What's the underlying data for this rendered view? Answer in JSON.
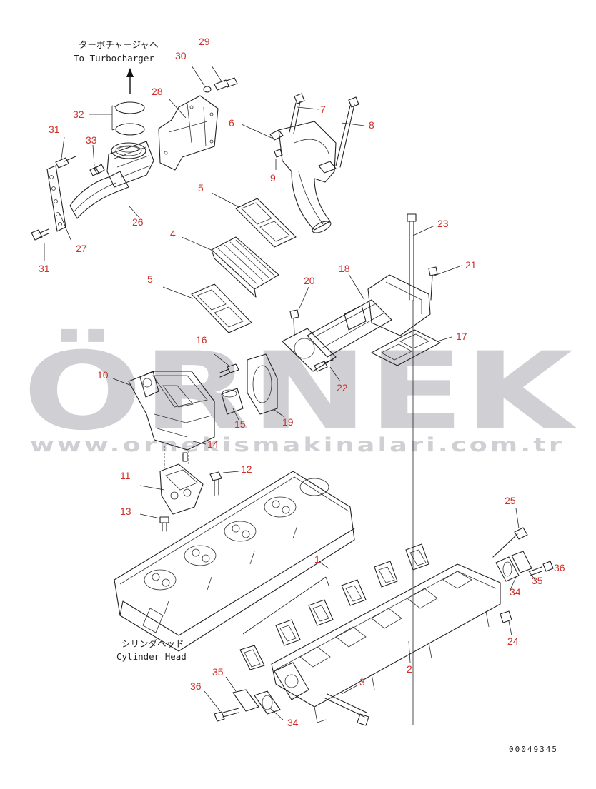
{
  "notes": {
    "turbo_jp": "ターボチャージャへ",
    "turbo_en": "To Turbocharger",
    "head_jp": "シリンダヘッド",
    "head_en": "Cylinder Head"
  },
  "watermark": {
    "brand": "ÖRNEK",
    "url": "www.ornekismakinalari.com.tr",
    "accent_color": "#f0c63c",
    "text_color": "#cfcfd4"
  },
  "drawing_number": "00049345",
  "callout_color": "#d0302a",
  "callouts": [
    {
      "id": "c29",
      "label": "29"
    },
    {
      "id": "c30",
      "label": "30"
    },
    {
      "id": "c28",
      "label": "28"
    },
    {
      "id": "c32",
      "label": "32"
    },
    {
      "id": "c31a",
      "label": "31"
    },
    {
      "id": "c33",
      "label": "33"
    },
    {
      "id": "c26",
      "label": "26"
    },
    {
      "id": "c27",
      "label": "27"
    },
    {
      "id": "c31b",
      "label": "31"
    },
    {
      "id": "c7",
      "label": "7"
    },
    {
      "id": "c6",
      "label": "6"
    },
    {
      "id": "c8",
      "label": "8"
    },
    {
      "id": "c9",
      "label": "9"
    },
    {
      "id": "c5a",
      "label": "5"
    },
    {
      "id": "c4",
      "label": "4"
    },
    {
      "id": "c23",
      "label": "23"
    },
    {
      "id": "c21",
      "label": "21"
    },
    {
      "id": "c18",
      "label": "18"
    },
    {
      "id": "c20",
      "label": "20"
    },
    {
      "id": "c5b",
      "label": "5"
    },
    {
      "id": "c17",
      "label": "17"
    },
    {
      "id": "c16",
      "label": "16"
    },
    {
      "id": "c10",
      "label": "10"
    },
    {
      "id": "c22",
      "label": "22"
    },
    {
      "id": "c15",
      "label": "15"
    },
    {
      "id": "c19",
      "label": "19"
    },
    {
      "id": "c14",
      "label": "14"
    },
    {
      "id": "c12",
      "label": "12"
    },
    {
      "id": "c11",
      "label": "11"
    },
    {
      "id": "c13",
      "label": "13"
    },
    {
      "id": "c25",
      "label": "25"
    },
    {
      "id": "c1",
      "label": "1"
    },
    {
      "id": "c36a",
      "label": "36"
    },
    {
      "id": "c35a",
      "label": "35"
    },
    {
      "id": "c34a",
      "label": "34"
    },
    {
      "id": "c24",
      "label": "24"
    },
    {
      "id": "c2",
      "label": "2"
    },
    {
      "id": "c35b",
      "label": "35"
    },
    {
      "id": "c3",
      "label": "3"
    },
    {
      "id": "c36b",
      "label": "36"
    },
    {
      "id": "c34b",
      "label": "34"
    }
  ]
}
